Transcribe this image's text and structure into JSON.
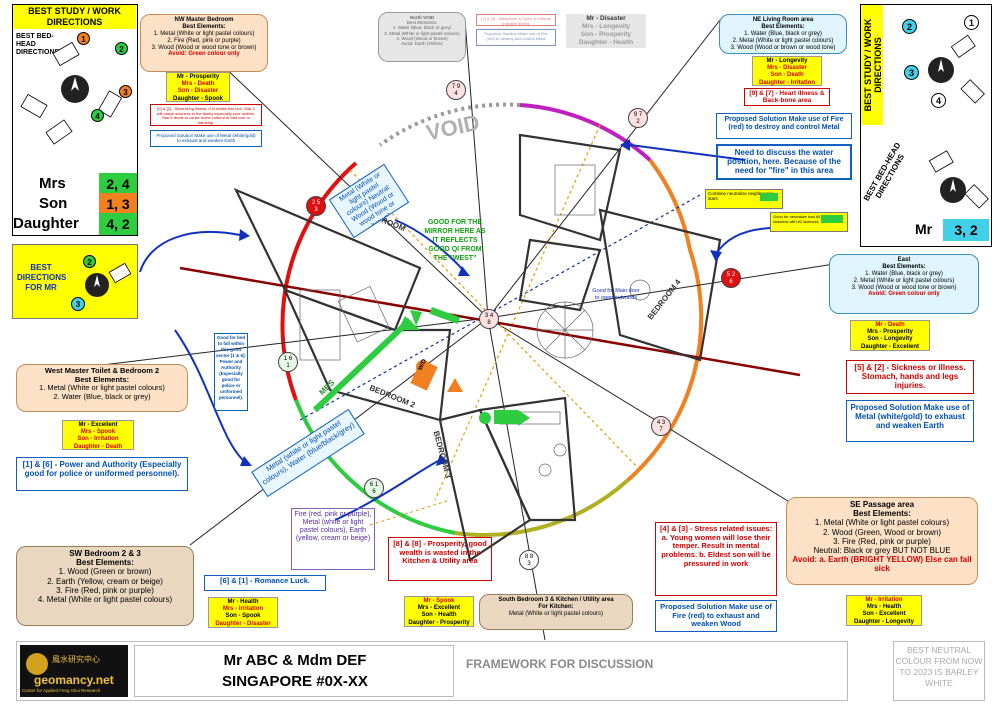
{
  "colors": {
    "peach": "#fde1c6",
    "tan": "#ead7c0",
    "cyan": "#dff4fb",
    "yellow": "#ffff00",
    "green": "#2ecc40",
    "orange": "#f08020",
    "red": "#d00000",
    "blue": "#1060c0"
  },
  "left_panel": {
    "title": "BEST STUDY / WORK DIRECTIONS",
    "bed_head": "BEST BED-HEAD DIRECTIONS",
    "badges": [
      "1",
      "2",
      "3",
      "4"
    ],
    "rows": [
      {
        "label": "Mrs",
        "value": "2, 4"
      },
      {
        "label": "Son",
        "value": "1, 3"
      },
      {
        "label": "Daughter",
        "value": "4, 2"
      }
    ],
    "mr_dir_title": "BEST DIRECTIONS FOR MR",
    "mr_dir_badges": [
      "2",
      "3"
    ]
  },
  "right_panel": {
    "study": "BEST STUDY / WORK DIRECTIONS",
    "badges": [
      "2",
      "1",
      "3",
      "4"
    ],
    "bed_head": "BEST BED-HEAD DIRECTIONS",
    "mr_label": "Mr",
    "mr_value": "3, 2"
  },
  "nw": {
    "title": "NW Master Bedroom",
    "sub": "Best Elements:",
    "lines": [
      "1. Metal (White or light pastel colours)",
      "2. Fire (Red, pink or purple)",
      "3. Wood (Wood or wood tone or brown)"
    ],
    "avoid": "Avoid: Green colour only",
    "p1": "Mr - Prosperity",
    "p2": "Mrs - Death",
    "p3": "Son - Disaster",
    "p4": "Daughter - Spook",
    "warn": "[5] & [2] - Stars bring illness. If in health this box. Star 2 will cause sickness in the family especially your mother. Star 5 tends to cause some cultural or bad luck or hardship.",
    "solution": "Proposed Solution Make use of Metal (white/gold) to exhaust and weaken Earth"
  },
  "n_void": {
    "title": "North VOID",
    "sub": "Best Elements:",
    "lines": [
      "1. Water (Blue, black or grey)",
      "2. Metal (White or light pastel colours)",
      "3. Wood (Wood or brown)"
    ],
    "avoid": "Avoid: Earth (Yellow)"
  },
  "n_combo": {
    "a": "[7] & [4] - Misfortune & Spine & Internal Infective Illness",
    "b": "Proposed Solution Make use of Fire (red) to destroy and control Metal"
  },
  "n_person": {
    "l1": "Mr - Disaster",
    "l2": "Mrs - Longevity",
    "l3": "Son - Prosperity",
    "l4": "Daughter - Health"
  },
  "ne": {
    "title": "NE Living Room area",
    "sub": "Best Elements:",
    "lines": [
      "1. Water (Blue, black or grey)",
      "2. Metal (White or light pastel colours)",
      "3. Wood (Wood or brown or wood tone)"
    ],
    "p1": "Mr - Longevity",
    "p2": "Mrs - Disaster",
    "p3": "Son - Death",
    "p4": "Daughter - Irritation",
    "combo": "[9] & [7] - Heart illness & Back-bone area",
    "solution": "Proposed Solution Make use of Fire (red) to destroy and control Metal",
    "note": "Need to discuss the water position, here. Because of the need for \"fire\" in this area"
  },
  "small_notes": {
    "a": "Combine neutralize neighbouring stars",
    "b": "Good for neutralize bad #5 misfortune / sickness with #2 sickness"
  },
  "east": {
    "title": "East",
    "sub": "Best Elements:",
    "lines": [
      "1. Water (Blue, black or grey)",
      "2. Metal (White or light pastel colours)",
      "3. Wood (Wood or wood tone or brown)"
    ],
    "avoid": "Avoid: Green colour only",
    "p1": "Mr - Death",
    "p2": "Mrs - Prosperity",
    "p3": "Son - Longevity",
    "p4": "Daughter - Excellent",
    "combo": "[5] & [2] - Sickness or illness. Stomach, hands and legs injuries.",
    "solution": "Proposed Solution Make use of Metal (white/gold) to exhaust and weaken Earth"
  },
  "west": {
    "title": "West Master Toilet & Bedroom 2",
    "sub": "Best Elements:",
    "lines": [
      "1. Metal (White or light pastel colours)",
      "2. Water (Blue, black or grey)"
    ],
    "p1": "Mr - Excellent",
    "p2": "Mrs - Spook",
    "p3": "Son - Irritation",
    "p4": "Daughter - Death",
    "combo": "[1] & [6] - Power and Authority (Especially good for police or uniformed personnel).",
    "good": "Good for bed to fall within this good sector [1 & 6]: Power and Authority (Especially good for police or uniformed personnel)."
  },
  "sw": {
    "title": "SW Bedroom 2 & 3",
    "sub": "Best Elements:",
    "lines": [
      "1. Wood (Green or brown)",
      "2. Earth (Yellow, cream or beige)",
      "3. Fire (Red, pink or purple)",
      "4. Metal (White or light pastel colours)"
    ],
    "p1": "Mr - Health",
    "p2": "Mrs - Irritation",
    "p3": "Son - Spook",
    "p4": "Daughter - Disaster",
    "combo": "[6] & [1] - Romance Luck."
  },
  "sw_fire": "Fire (red, pink or purple), Metal (white or light pastel colours), Earth (yellow, cream or beige)",
  "metal_diag": "Metal (white or light pastel colours), Water (blue/black/grey)",
  "metal_top": "Metal (White or light pastel colours) Neutral: Wood (Wood or wood tone or brown)",
  "mirror": "GOOD FOR THE MIRROR HERE AS IT REFLECTS GOOD QI FROM THE \"WEST\"",
  "main_door": "Good for Main door to open outwards",
  "s": {
    "combo": "[8] & [8] - Prosperity, good wealth is wasted in the Kitchen & Utility area",
    "p1": "Mr - Spook",
    "p2": "Mrs - Excellent",
    "p3": "Son - Health",
    "p4": "Daughter - Prosperity",
    "title": "South Bedroom 3 & Kitchen / Utility area",
    "sub": "For Kitchen:",
    "line": "Metal (White or light pastel colours)"
  },
  "se": {
    "title": "SE Passage area",
    "sub": "Best Elements:",
    "lines": [
      "1. Metal (White or light pastel colours)",
      "2. Wood (Green, Wood or brown)",
      "3. Fire (Red, pink or purple)"
    ],
    "neutral": "Neutral: Black or grey BUT NOT BLUE",
    "avoid": "Avoid: a. Earth (BRIGHT YELLOW) Else can fall sick",
    "p1": "Mr - Irritation",
    "p2": "Mrs - Health",
    "p3": "Son - Excellent",
    "p4": "Daughter - Longevity",
    "combo_head": "[4] & [3] - Stress related issues:",
    "combo_body": "a. Young women will lose their temper. Result in mental problems. b. Eldest son will be pressured in work",
    "solution": "Proposed Solution Make use of Fire (red) to exhaust and weaken Wood"
  },
  "plan_labels": {
    "void": "VOID",
    "master": "MASTER BEDROOM",
    "bed2": "BEDROOM 2",
    "bed3": "BEDROOM 3",
    "bed4": "BEDROOM 4",
    "mrs": "MRS",
    "wardrobe": "W/D"
  },
  "stars": {
    "n": [
      "7",
      "9",
      "4"
    ],
    "ne": [
      "9",
      "7",
      "2"
    ],
    "nw": [
      "2",
      "5",
      "3"
    ],
    "e": [
      "5",
      "2",
      "6"
    ],
    "w": [
      "1",
      "6",
      "1"
    ],
    "sw": [
      "6",
      "1",
      "6"
    ],
    "s": [
      "8",
      "8",
      "3"
    ],
    "se": [
      "4",
      "3",
      "7"
    ],
    "c": [
      "3",
      "4",
      "8"
    ]
  },
  "footer": {
    "logo_cn": "風水研究中心",
    "logo_name": "geomancy.net",
    "logo_sub": "Center for Applied Feng Shui Research",
    "name": "Mr ABC & Mdm DEF",
    "address": "SINGAPORE #0X-XX",
    "framework": "FRAMEWORK FOR DISCUSSION",
    "neutral": "BEST NEUTRAL COLOUR FROM NOW TO 2023 IS BARLEY WHITE"
  }
}
